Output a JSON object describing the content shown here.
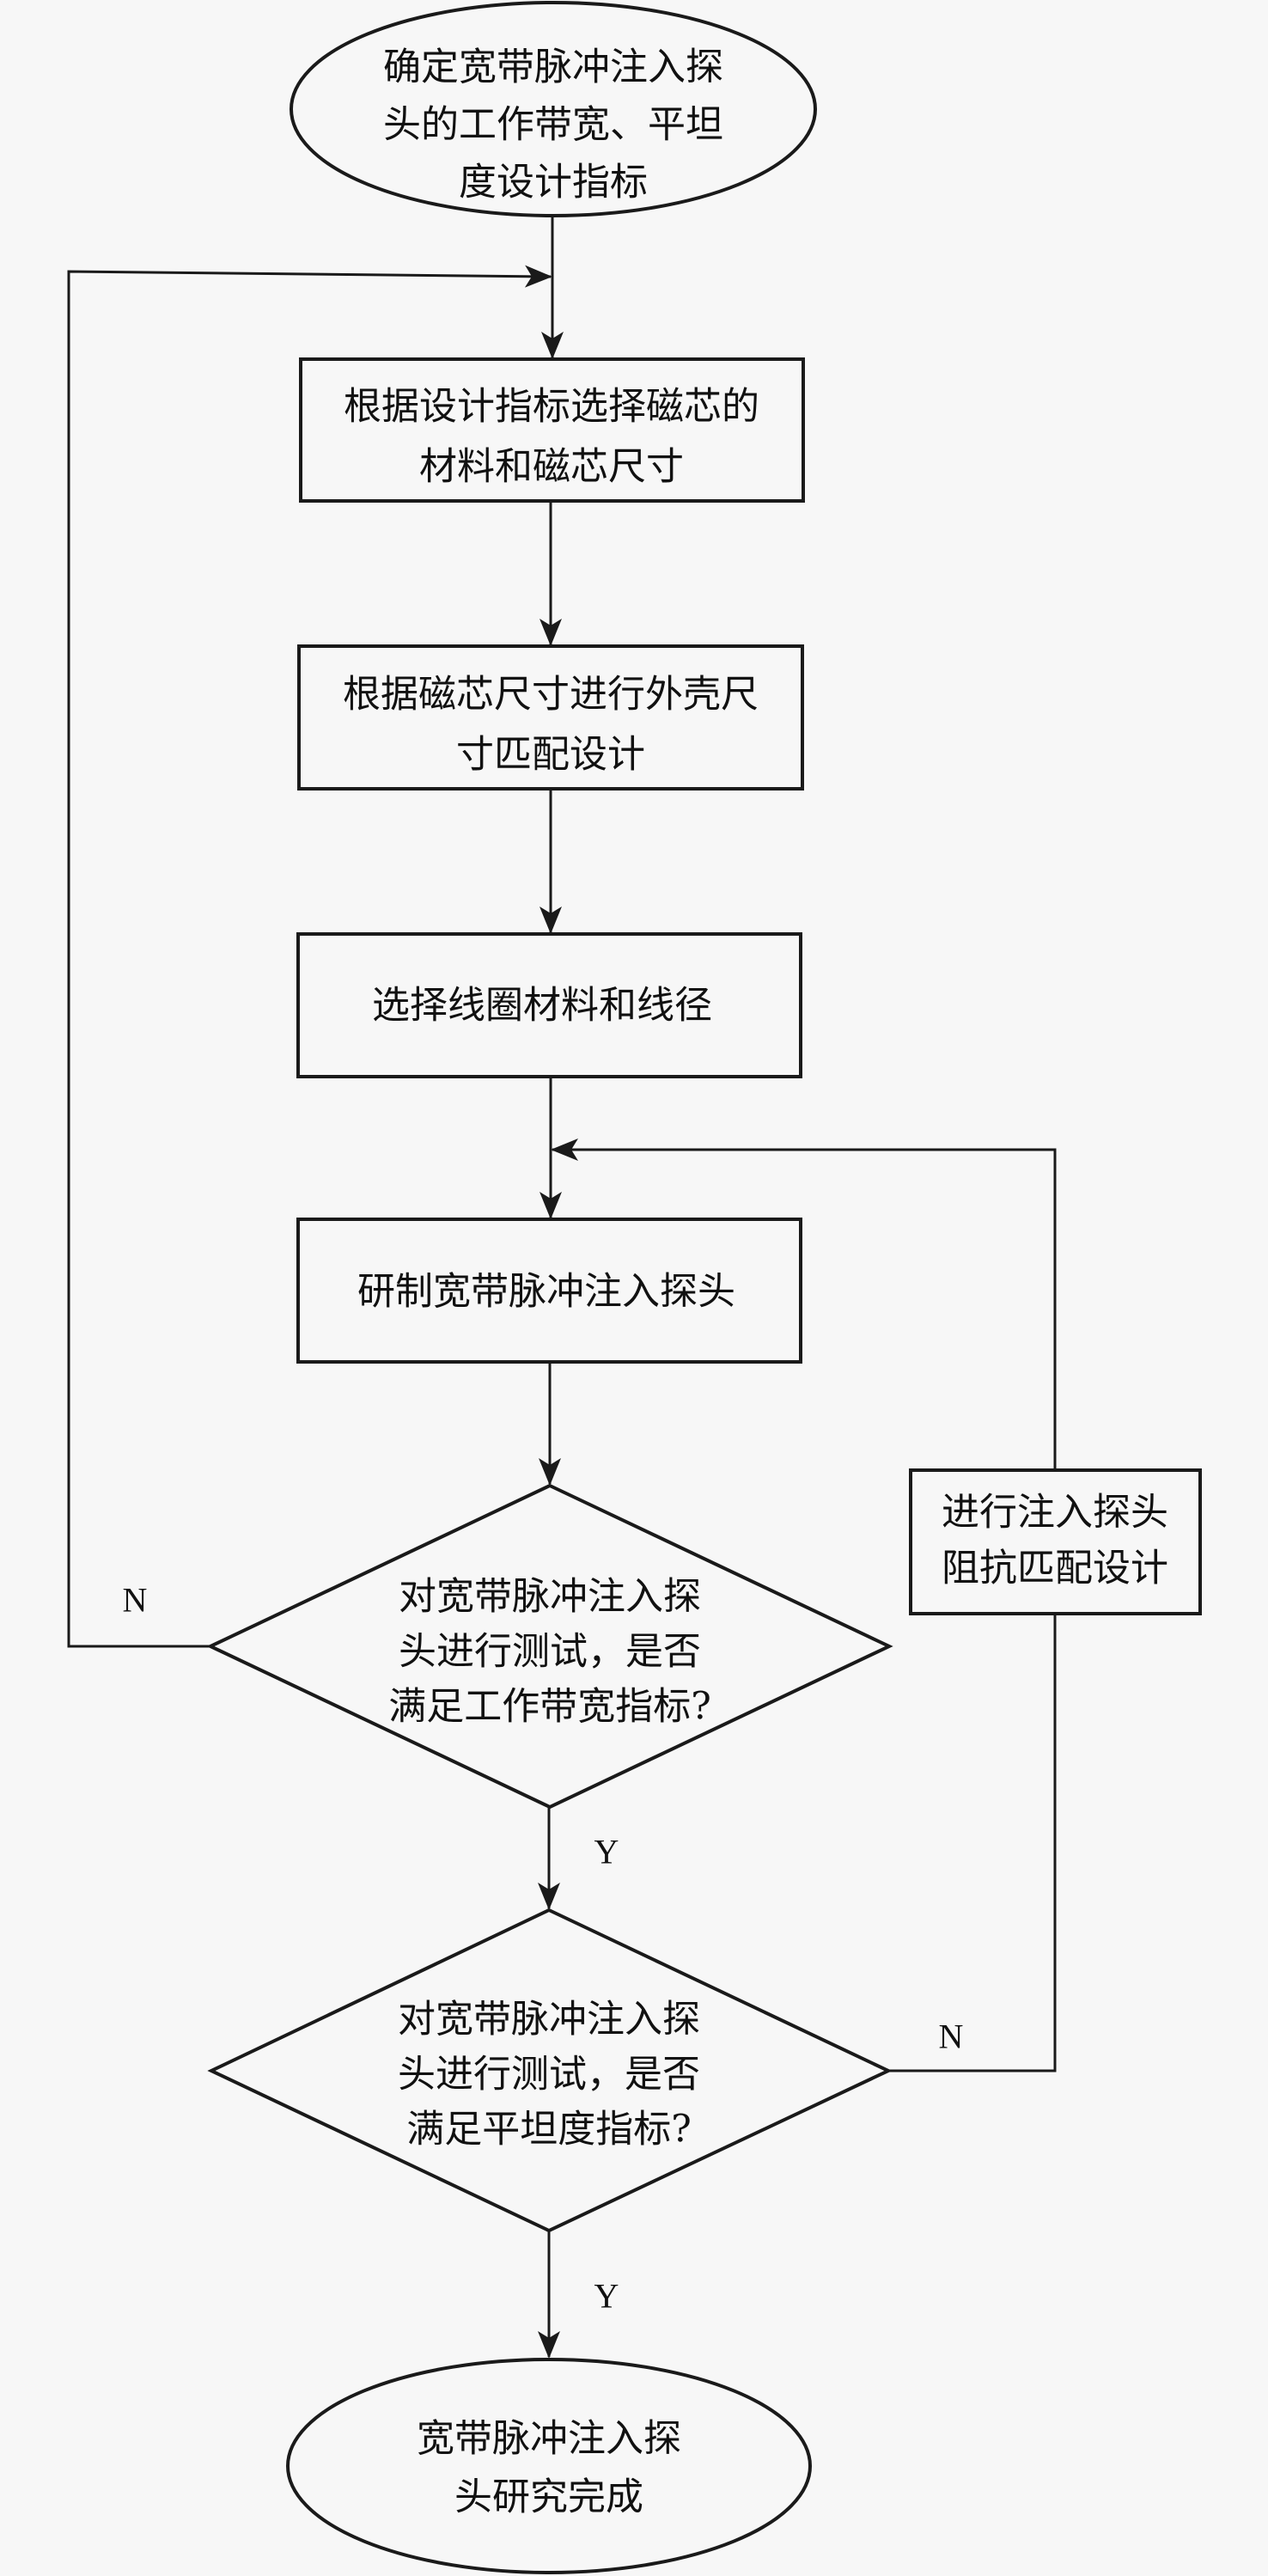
{
  "diagram": {
    "type": "flowchart",
    "colors": {
      "background": "#f7f7f7",
      "stroke": "#1a1a1a",
      "text": "#111111"
    },
    "nodes": {
      "start": {
        "shape": "ellipse",
        "lines": [
          "确定宽带脉冲注入探",
          "头的工作带宽、平坦",
          "度设计指标"
        ]
      },
      "select_core": {
        "shape": "rect",
        "lines": [
          "根据设计指标选择磁芯的",
          "材料和磁芯尺寸"
        ]
      },
      "shell_design": {
        "shape": "rect",
        "lines": [
          "根据磁芯尺寸进行外壳尺",
          "寸匹配设计"
        ]
      },
      "coil_select": {
        "shape": "rect",
        "lines": [
          "选择线圈材料和线径"
        ]
      },
      "fabricate": {
        "shape": "rect",
        "lines": [
          "研制宽带脉冲注入探头"
        ]
      },
      "test_bandwidth": {
        "shape": "diamond",
        "lines": [
          "对宽带脉冲注入探",
          "头进行测试，是否",
          "满足工作带宽指标?"
        ]
      },
      "test_flatness": {
        "shape": "diamond",
        "lines": [
          "对宽带脉冲注入探",
          "头进行测试，是否",
          "满足平坦度指标?"
        ]
      },
      "impedance_match": {
        "shape": "rect",
        "lines": [
          "进行注入探头",
          "阻抗匹配设计"
        ]
      },
      "end": {
        "shape": "ellipse",
        "lines": [
          "宽带脉冲注入探",
          "头研究完成"
        ]
      }
    },
    "edges": [
      {
        "from": "start",
        "to": "select_core",
        "label": ""
      },
      {
        "from": "select_core",
        "to": "shell_design",
        "label": ""
      },
      {
        "from": "shell_design",
        "to": "coil_select",
        "label": ""
      },
      {
        "from": "coil_select",
        "to": "fabricate",
        "label": ""
      },
      {
        "from": "fabricate",
        "to": "test_bandwidth",
        "label": ""
      },
      {
        "from": "test_bandwidth",
        "to": "select_core",
        "label": "N"
      },
      {
        "from": "test_bandwidth",
        "to": "test_flatness",
        "label": "Y"
      },
      {
        "from": "test_flatness",
        "to": "impedance_match",
        "label": "N"
      },
      {
        "from": "impedance_match",
        "to": "fabricate",
        "label": ""
      },
      {
        "from": "test_flatness",
        "to": "end",
        "label": "Y"
      }
    ],
    "edge_labels": {
      "bandwidth_no": "N",
      "bandwidth_yes": "Y",
      "flatness_no": "N",
      "flatness_yes": "Y"
    }
  }
}
